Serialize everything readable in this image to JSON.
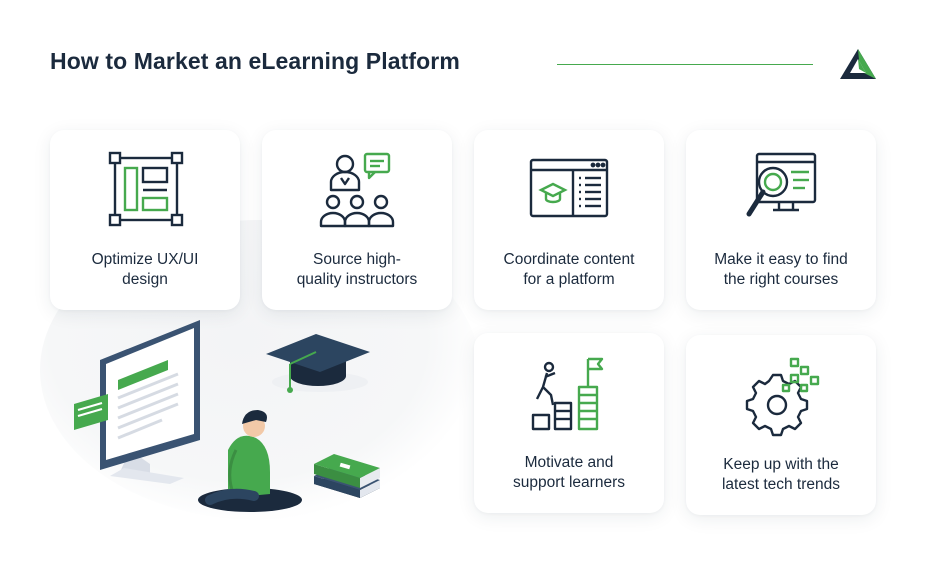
{
  "title": "How to Market an eLearning Platform",
  "colors": {
    "accent": "#46a94e",
    "dark": "#1b2a3d"
  },
  "cards": [
    {
      "id": "ux-ui",
      "icon": "layout-wireframe-icon",
      "line1": "Optimize UX/UI",
      "line2": "design"
    },
    {
      "id": "instructors",
      "icon": "instructor-audience-icon",
      "line1": "Source high-",
      "line2": "quality instructors"
    },
    {
      "id": "content",
      "icon": "course-window-icon",
      "line1": "Coordinate content",
      "line2": "for a platform"
    },
    {
      "id": "find-courses",
      "icon": "magnifier-monitor-icon",
      "line1": "Make it easy to find",
      "line2": "the right courses"
    },
    {
      "id": "motivate",
      "icon": "climbing-goal-icon",
      "line1": "Motivate and",
      "line2": "support learners"
    },
    {
      "id": "tech-trends",
      "icon": "gear-pixels-icon",
      "line1": "Keep up with the",
      "line2": "latest tech trends"
    }
  ]
}
